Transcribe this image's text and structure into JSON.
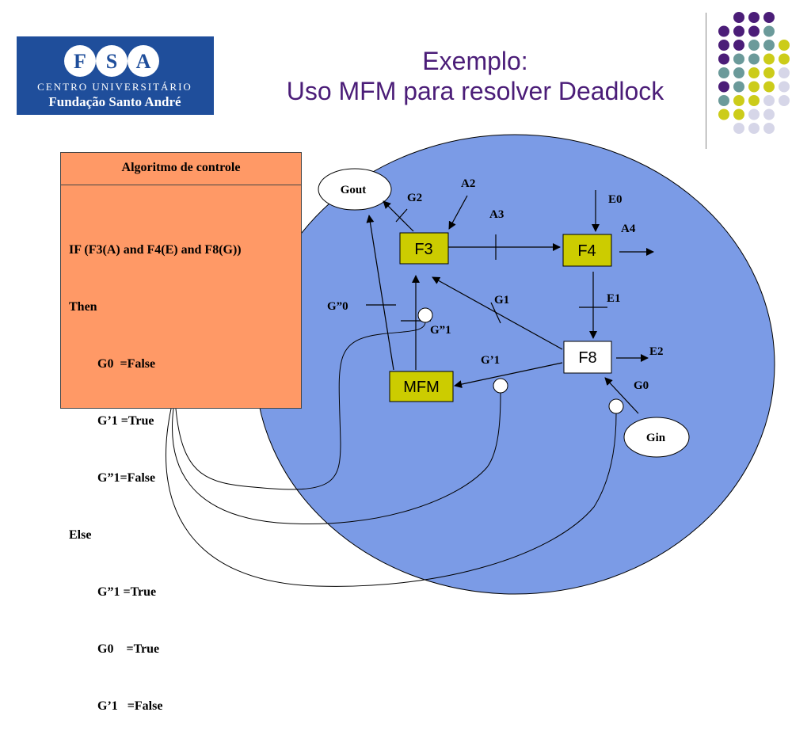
{
  "title": {
    "line1": "Exemplo:",
    "line2": "Uso MFM para resolver Deadlock"
  },
  "logo": {
    "letters": [
      "F",
      "S",
      "A"
    ],
    "line1": "CENTRO UNIVERSITÁRIO",
    "line2": "Fundação Santo André"
  },
  "algorithm": {
    "title": "Algoritmo de controle",
    "lines": [
      "IF (F3(A) and F4(E) and F8(G))",
      "Then",
      "         G0  =False",
      "         G’1 =True",
      "         G”1=False",
      "Else",
      "         G”1 =True",
      "         G0    =True",
      "         G’1   =False"
    ]
  },
  "diagram": {
    "nodes": {
      "f3": "F3",
      "f4": "F4",
      "f8": "F8",
      "mfm": "MFM",
      "gout": "Gout",
      "gin": "Gin"
    },
    "labels": {
      "a2": "A2",
      "a3": "A3",
      "a4": "A4",
      "e0": "E0",
      "e1": "E1",
      "e2": "E2",
      "g0": "G0",
      "g1": "G1",
      "g2": "G2",
      "g_prime_1": "G’1",
      "g_dprime_1": "G”1",
      "g_dprime_0": "G”0"
    },
    "colors": {
      "ellipse": "#7b9be6",
      "functional_box": "#cccc00",
      "algorithm_box": "#ff9966",
      "title": "#4b1d78",
      "logo_bg": "#1f4e9b"
    }
  }
}
